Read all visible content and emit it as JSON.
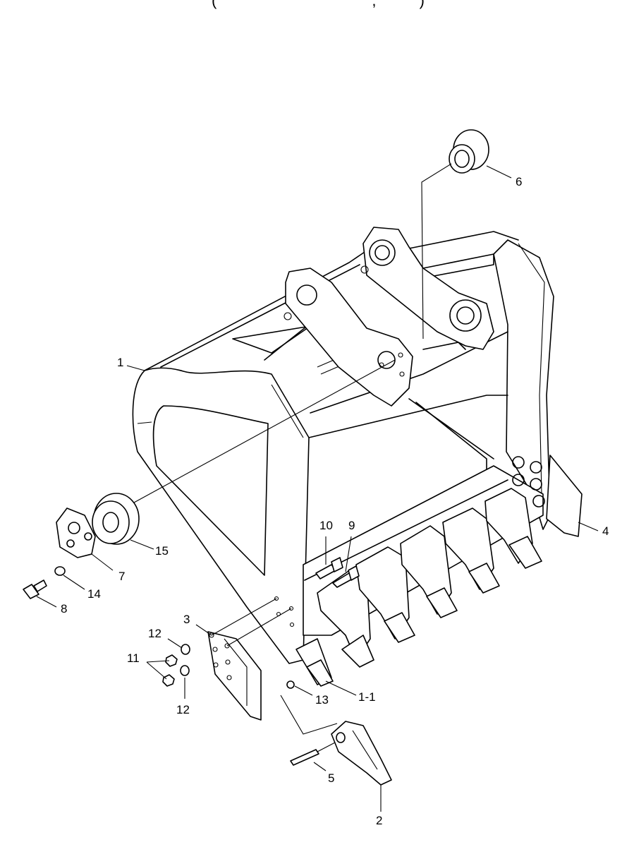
{
  "header_fragment": "(                                    ,          )",
  "callouts": [
    {
      "id": "c1",
      "text": "1"
    },
    {
      "id": "c1_1",
      "text": "1-1"
    },
    {
      "id": "c2",
      "text": "2"
    },
    {
      "id": "c3",
      "text": "3"
    },
    {
      "id": "c4",
      "text": "4"
    },
    {
      "id": "c5",
      "text": "5"
    },
    {
      "id": "c6",
      "text": "6"
    },
    {
      "id": "c7",
      "text": "7"
    },
    {
      "id": "c8",
      "text": "8"
    },
    {
      "id": "c9",
      "text": "9"
    },
    {
      "id": "c10",
      "text": "10"
    },
    {
      "id": "c11",
      "text": "11"
    },
    {
      "id": "c12a",
      "text": "12"
    },
    {
      "id": "c12b",
      "text": "12"
    },
    {
      "id": "c13",
      "text": "13"
    },
    {
      "id": "c14",
      "text": "14"
    },
    {
      "id": "c15",
      "text": "15"
    }
  ]
}
